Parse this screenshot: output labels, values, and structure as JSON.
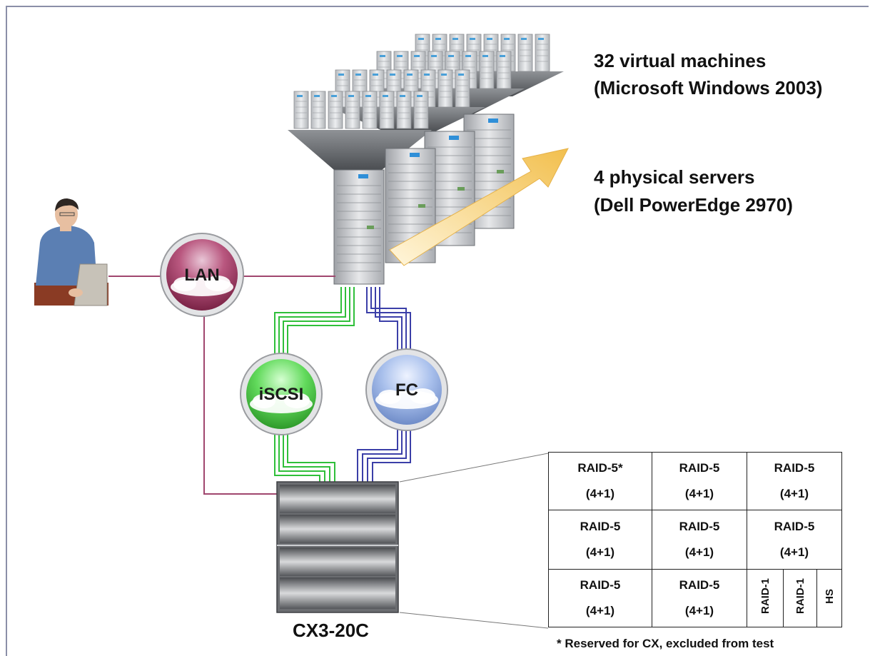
{
  "vm_label": {
    "line1": "32 virtual machines",
    "line2": "(Microsoft Windows 2003)"
  },
  "server_label": {
    "line1": "4 physical servers",
    "line2": "(Dell PowerEdge 2970)"
  },
  "clouds": {
    "lan": "LAN",
    "iscsi": "iSCSI",
    "fc": "FC"
  },
  "storage_name": "CX3-20C",
  "raid": {
    "rows": [
      [
        {
          "type": "RAID-5*",
          "disks": "(4+1)"
        },
        {
          "type": "RAID-5",
          "disks": "(4+1)"
        },
        {
          "type": "RAID-5",
          "disks": "(4+1)"
        }
      ],
      [
        {
          "type": "RAID-5",
          "disks": "(4+1)"
        },
        {
          "type": "RAID-5",
          "disks": "(4+1)"
        },
        {
          "type": "RAID-5",
          "disks": "(4+1)"
        }
      ],
      [
        {
          "type": "RAID-5",
          "disks": "(4+1)"
        },
        {
          "type": "RAID-5",
          "disks": "(4+1)"
        }
      ]
    ],
    "small": [
      "RAID-1",
      "RAID-1",
      "HS"
    ],
    "footnote": "* Reserved for CX, excluded from test"
  },
  "colors": {
    "lan_link": "#a0466e",
    "iscsi_link": "#2fbf3a",
    "fc_link": "#3b3fa8",
    "lan_cloud": "#8c2f55",
    "iscsi_cloud": "#5fd65a",
    "fc_cloud": "#9fb6e6",
    "arrow": "#f2c96a"
  },
  "icons": [
    "user-at-laptop-icon",
    "server-tower-icon",
    "vm-cluster-icon",
    "storage-array-icon",
    "cloud-icon",
    "arrow-icon"
  ]
}
